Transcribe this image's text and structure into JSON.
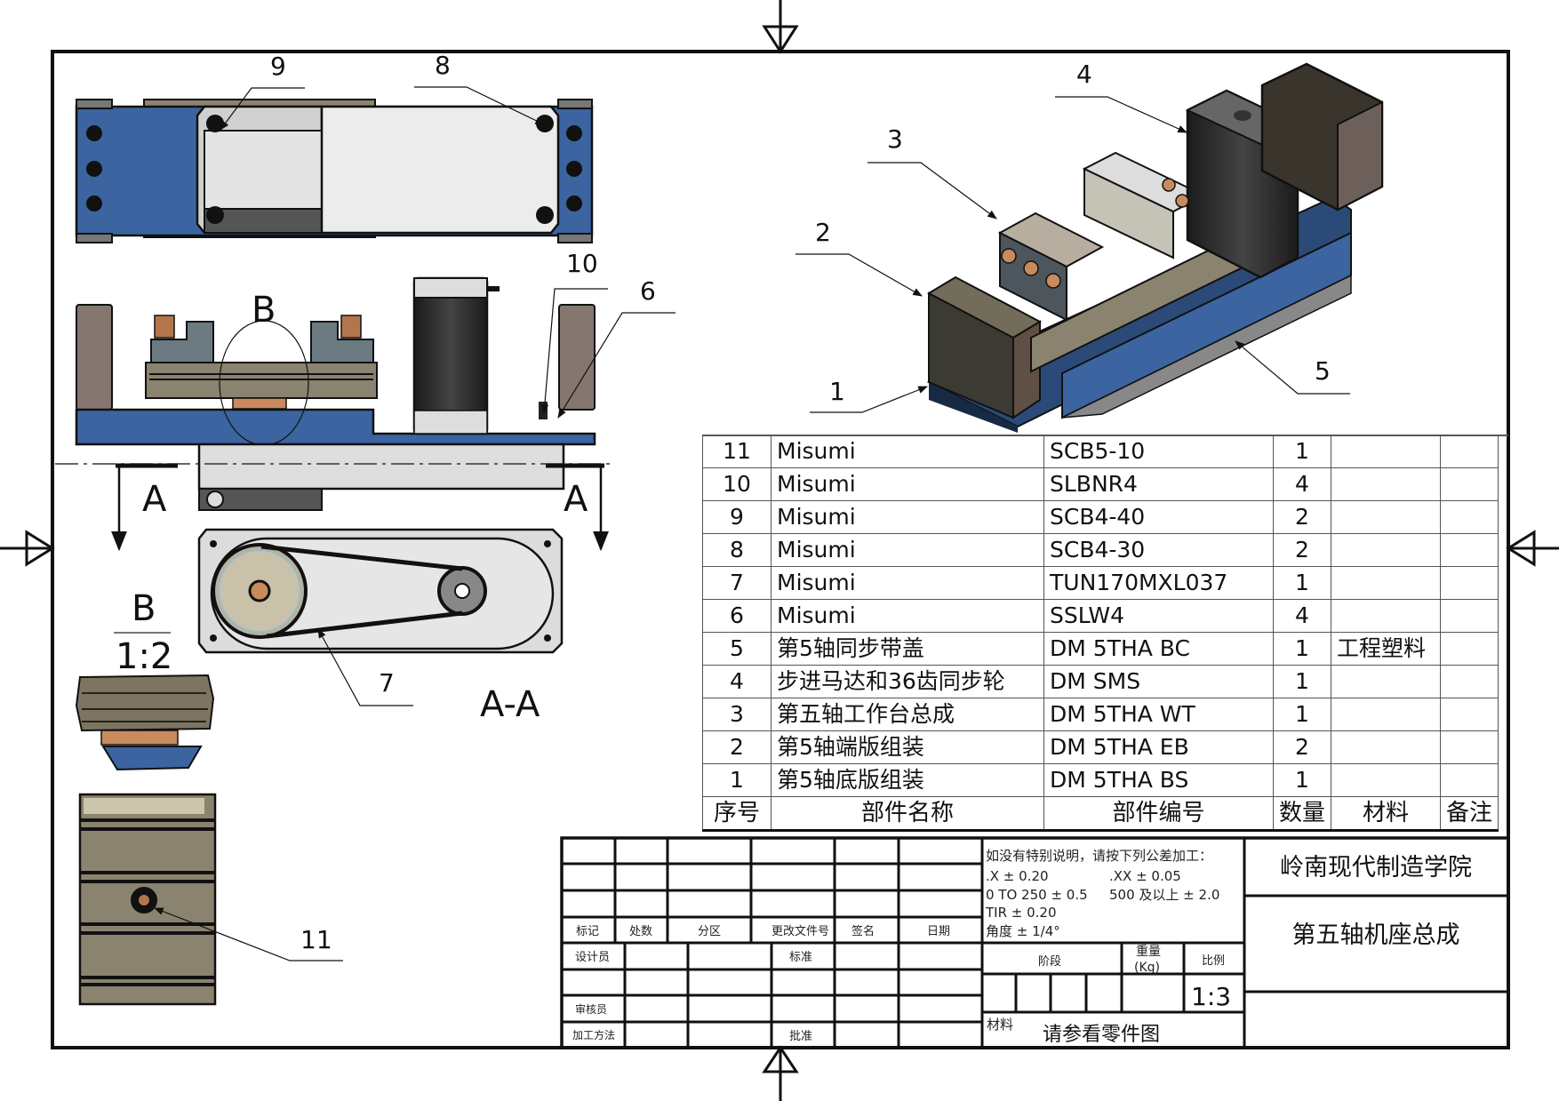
{
  "drawing": {
    "institution": "岭南现代制造学院",
    "title": "第五轴机座总成",
    "scale": "1:3",
    "material_label": "材料",
    "material_value": "请参看零件图",
    "stage_label": "阶段",
    "weight_label": "重量",
    "weight_unit": "(Kg)",
    "scale_label": "比例"
  },
  "tolerance_note": {
    "heading": "如没有特别说明，请按下列公差加工：",
    "lines": [
      [
        ".X ± 0.20",
        ".XX ± 0.05"
      ],
      [
        "0 TO 250 ± 0.5",
        "500 及以上 ± 2.0"
      ],
      [
        "TIR ± 0.20",
        ""
      ],
      [
        "角度 ± 1/4°",
        ""
      ]
    ]
  },
  "revision_block": {
    "headers": [
      "标记",
      "处数",
      "分区",
      "更改文件号",
      "签名",
      "日期"
    ],
    "signoff_labels": [
      "设计员",
      "",
      "审核员",
      "加工方法"
    ],
    "signoff_mid_labels": [
      "标准",
      "",
      "",
      "批准"
    ]
  },
  "bom": {
    "headers": [
      "序号",
      "部件名称",
      "部件编号",
      "数量",
      "材料",
      "备注"
    ],
    "rows": [
      {
        "no": "11",
        "name": "Misumi",
        "code": "SCB5-10",
        "qty": "1",
        "material": "",
        "note": ""
      },
      {
        "no": "10",
        "name": "Misumi",
        "code": "SLBNR4",
        "qty": "4",
        "material": "",
        "note": ""
      },
      {
        "no": "9",
        "name": "Misumi",
        "code": "SCB4-40",
        "qty": "2",
        "material": "",
        "note": ""
      },
      {
        "no": "8",
        "name": "Misumi",
        "code": "SCB4-30",
        "qty": "2",
        "material": "",
        "note": ""
      },
      {
        "no": "7",
        "name": "Misumi",
        "code": "TUN170MXL037",
        "qty": "1",
        "material": "",
        "note": ""
      },
      {
        "no": "6",
        "name": "Misumi",
        "code": "SSLW4",
        "qty": "4",
        "material": "",
        "note": ""
      },
      {
        "no": "5",
        "name": "第5轴同步带盖",
        "code": "DM 5THA BC",
        "qty": "1",
        "material": "工程塑料",
        "note": ""
      },
      {
        "no": "4",
        "name": "步进马达和36齿同步轮",
        "code": "DM SMS",
        "qty": "1",
        "material": "",
        "note": ""
      },
      {
        "no": "3",
        "name": "第五轴工作台总成",
        "code": "DM 5THA WT",
        "qty": "1",
        "material": "",
        "note": ""
      },
      {
        "no": "2",
        "name": "第5轴端版组装",
        "code": "DM 5THA EB",
        "qty": "2",
        "material": "",
        "note": ""
      },
      {
        "no": "1",
        "name": "第5轴底版组装",
        "code": "DM 5THA BS",
        "qty": "1",
        "material": "",
        "note": ""
      }
    ]
  },
  "views": {
    "section_label": "A-A",
    "section_marker": "A",
    "detail_marker": "B",
    "detail_scale": "1:2"
  },
  "balloons": [
    "1",
    "2",
    "3",
    "4",
    "5",
    "6",
    "7",
    "8",
    "9",
    "10",
    "11"
  ],
  "colors": {
    "base_blue": "#3b64a0",
    "plate_gray": "#d9d9d9",
    "rail_khaki": "#8a8370",
    "motor_black": "#2a2a2a",
    "bolt_copper": "#c98a5e",
    "line": "#111111"
  }
}
